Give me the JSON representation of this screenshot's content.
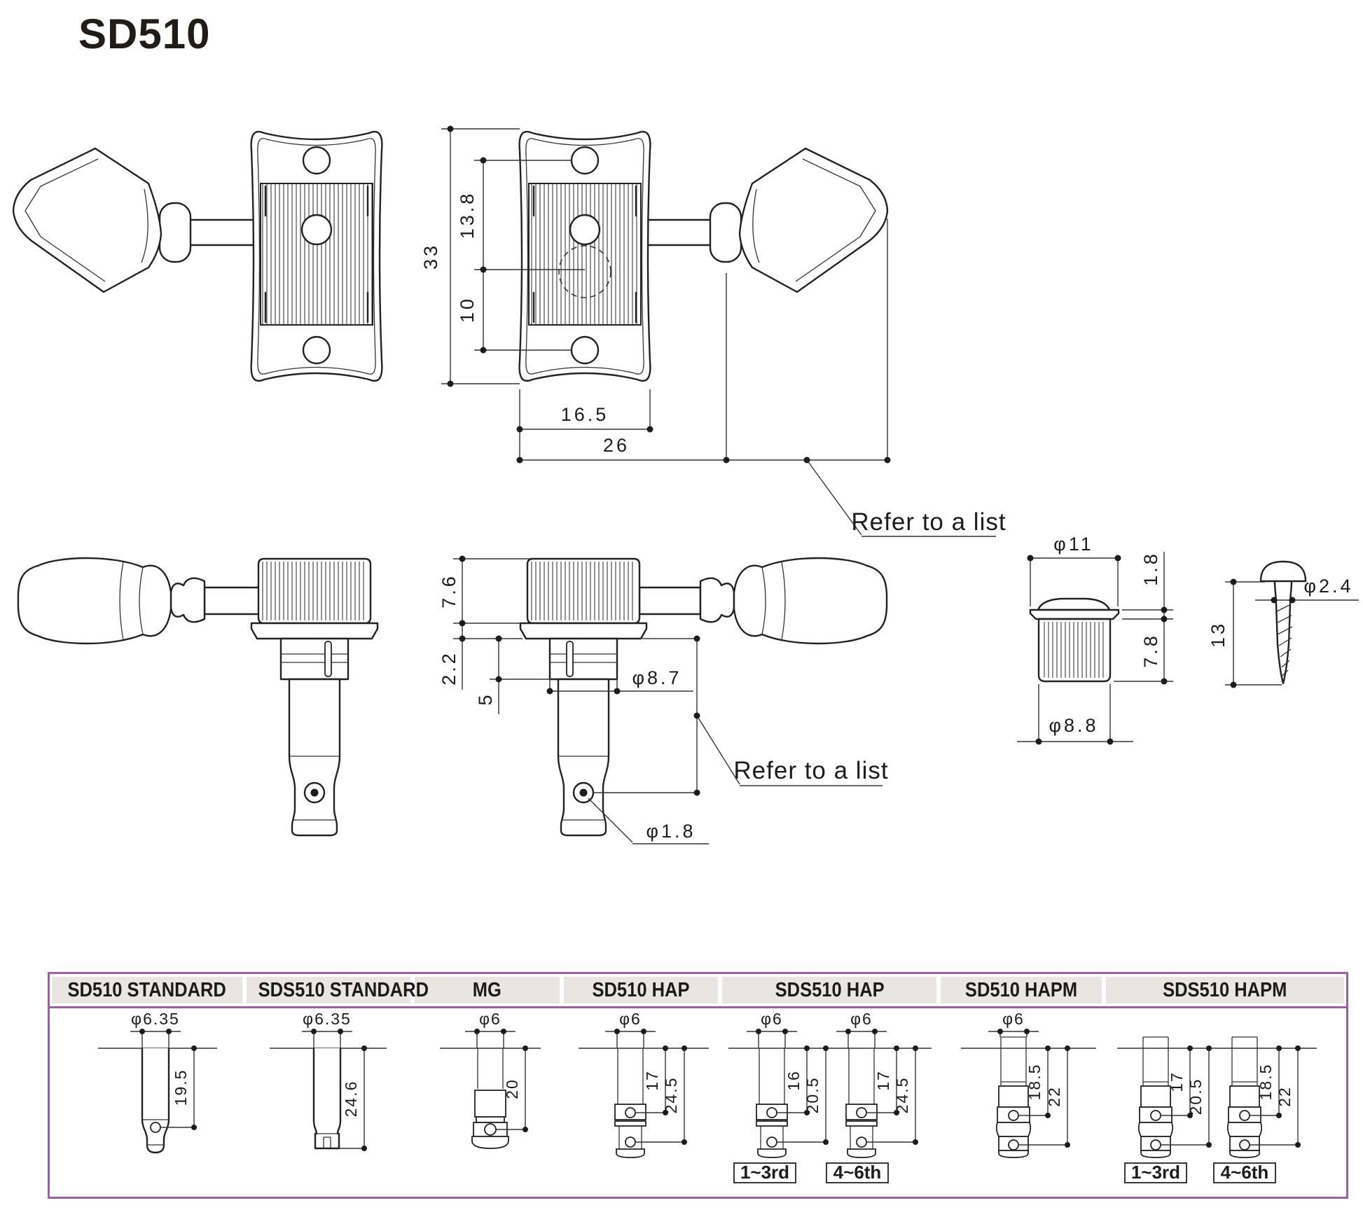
{
  "title": "SD510",
  "annotations": {
    "refer_knob": "Refer to a list",
    "refer_post": "Refer to a list"
  },
  "front_view": {
    "dims": {
      "height": "33",
      "hole_span": "13.8",
      "post_span": "10",
      "width": "16.5",
      "overall": "26"
    }
  },
  "side_view": {
    "dims": {
      "housing_height": "7.6",
      "flange_height": "2.2",
      "collar_height": "5",
      "collar_dia": "φ8.7",
      "hole_dia": "φ1.8"
    }
  },
  "bushing": {
    "dims": {
      "head_dia": "φ11",
      "head_height": "1.8",
      "body_height": "7.8",
      "body_dia": "φ8.8"
    }
  },
  "screw": {
    "dims": {
      "dia": "φ2.4",
      "length": "13"
    }
  },
  "table": {
    "columns": [
      {
        "label": "SD510 STANDARD",
        "posts": [
          {
            "dia": "φ6.35",
            "dims": [
              "19.5"
            ]
          }
        ]
      },
      {
        "label": "SDS510 STANDARD",
        "posts": [
          {
            "dia": "φ6.35",
            "dims": [
              "24.6"
            ]
          }
        ]
      },
      {
        "label": "MG",
        "posts": [
          {
            "dia": "φ6",
            "dims": [
              "20"
            ]
          }
        ]
      },
      {
        "label": "SD510 HAP",
        "posts": [
          {
            "dia": "φ6",
            "dims": [
              "17",
              "24.5"
            ]
          }
        ]
      },
      {
        "label": "SDS510 HAP",
        "posts": [
          {
            "dia": "φ6",
            "dims": [
              "16",
              "20.5"
            ],
            "range": "1~3rd"
          },
          {
            "dia": "φ6",
            "dims": [
              "17",
              "24.5"
            ],
            "range": "4~6th"
          }
        ]
      },
      {
        "label": "SD510 HAPM",
        "posts": [
          {
            "dia": "φ6",
            "dims": [
              "18.5",
              "22"
            ]
          }
        ]
      },
      {
        "label": "SDS510 HAPM",
        "posts": [
          {
            "dims": [
              "17",
              "20.5"
            ],
            "range": "1~3rd"
          },
          {
            "dims": [
              "18.5",
              "22"
            ],
            "range": "4~6th"
          }
        ]
      }
    ]
  },
  "colors": {
    "table_border": "#9c5fa5",
    "header_bg": "#e9e6e1",
    "line": "#222222"
  }
}
